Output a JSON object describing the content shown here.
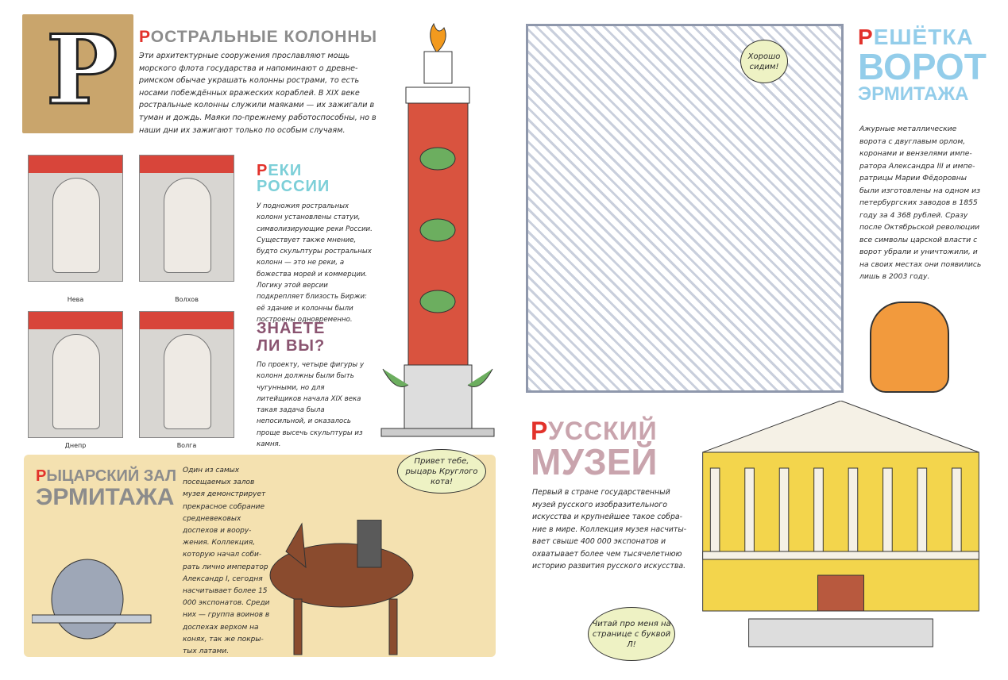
{
  "letter": "Р",
  "rostral": {
    "title_first": "Р",
    "title_rest": "остральные колонны",
    "text": "Эти архитектурные сооружения прославляют мощь морского флота государства и напоминают о древне­римском обычае украшать колонны рострами, то есть носами побеждённых вражеских кораблей. В XIX веке ростральные колонны служили маяками — их зажигали в туман и дождь. Маяки по-прежнему работоспособны, но в наши дни их зажигают только по особым случаям."
  },
  "rivers": {
    "title_first": "Р",
    "title_rest": "еки России",
    "text": "У подножия ростральных колонн установлены статуи, символизирующие реки России. Существует также мнение, будто скульптуры ростраль­ных колонн — это не реки, а божества морей и коммерции. Логику этой версии подкрепляет близость Биржи: её здание и колонны были построены одновременно.",
    "statues": [
      "Нева",
      "Волхов",
      "Днепр",
      "Волга"
    ]
  },
  "didyouknow": {
    "title": "Знаете ли вы?",
    "text": "По проекту, четыре фи­гуры у колонн должны были быть чугунными, но для литейщиков нача­ла XIX века такая задача была непосильной, и оказалось проще высечь скульптуры из камня."
  },
  "knights": {
    "title_first": "Р",
    "title_rest1": "ыцарский зал",
    "title_rest2": "Эрмитажа",
    "text": "Один из самых посещае­мых залов музея демон­стрирует прекрасное собрание средневеко­вых доспехов и воору­жения. Коллекция, которую начал соби­рать лично император Александр I, сегодня насчитывает более 15 000 экспонатов. Среди них — группа вои­нов в доспехах верхом на конях, так же покры­тых латами.",
    "bubble": "Привет тебе, рыцарь Круглого кота!"
  },
  "gate": {
    "title_first": "Р",
    "title_rest1": "ешётка",
    "title_rest2": "ворот",
    "title_rest3": "Эрмитажа",
    "text": "Ажурные металлические ворота с двуглавым орлом, коронами и вензелями импе­ратора Александра III и импе­ратрицы Марии Фёдоровны были изготовлены на одном из петербургских заводов в 1855 году за 4 368 рублей. Сразу после Октябрьской ре­волюции все символы царской власти с ворот убрали и унич­тожили, и на своих местах они появились лишь в 2003 году.",
    "bubble": "Хорошо сидим!"
  },
  "museum": {
    "title_first": "Р",
    "title_rest1": "усский",
    "title_rest2": "музей",
    "text": "Первый в стране государственный музей русского изобразительного искусства и крупнейшее такое собра­ние в мире. Коллекция музея насчиты­вает свыше 400 000 экспонатов и охватывает более чем тысячелетнюю историю развития русского искусства.",
    "bubble": "Читай про меня на странице с буквой Л!"
  },
  "colors": {
    "accent_red": "#e2322b",
    "title_gray": "#8c8c8c",
    "title_cyan": "#7ccfd8",
    "title_purple": "#8a5470",
    "title_blue": "#93cdea",
    "title_pink": "#c9a4ad",
    "column_red": "#d9533f"
  }
}
